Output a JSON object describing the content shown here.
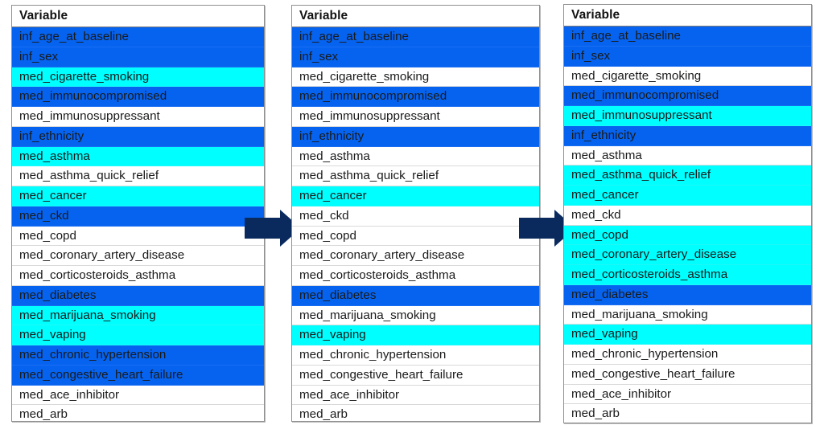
{
  "figure": {
    "description": "Three sequential variable-selection tables connected by right-pointing block arrows",
    "colors": {
      "highlight_blue": "#0663ef",
      "highlight_cyan": "#00ffff",
      "no_highlight": "#ffffff",
      "arrow_navy": "#0a2a5e",
      "border_gray": "#8f8f8f"
    },
    "arrows": [
      {
        "name": "arrow-step-1-to-2",
        "glyph": "right-arrow-icon"
      },
      {
        "name": "arrow-step-2-to-3",
        "glyph": "right-arrow-icon"
      }
    ]
  },
  "tables": [
    {
      "id": "table-1",
      "header": "Variable",
      "rows": [
        {
          "label": "inf_age_at_baseline",
          "fill": "blue"
        },
        {
          "label": "inf_sex",
          "fill": "blue"
        },
        {
          "label": "med_cigarette_smoking",
          "fill": "cyan"
        },
        {
          "label": "med_immunocompromised",
          "fill": "blue"
        },
        {
          "label": "med_immunosuppressant",
          "fill": "none"
        },
        {
          "label": "inf_ethnicity",
          "fill": "blue"
        },
        {
          "label": "med_asthma",
          "fill": "cyan"
        },
        {
          "label": "med_asthma_quick_relief",
          "fill": "none"
        },
        {
          "label": "med_cancer",
          "fill": "cyan"
        },
        {
          "label": "med_ckd",
          "fill": "blue"
        },
        {
          "label": "med_copd",
          "fill": "none"
        },
        {
          "label": "med_coronary_artery_disease",
          "fill": "none"
        },
        {
          "label": "med_corticosteroids_asthma",
          "fill": "none"
        },
        {
          "label": "med_diabetes",
          "fill": "blue"
        },
        {
          "label": "med_marijuana_smoking",
          "fill": "cyan"
        },
        {
          "label": "med_vaping",
          "fill": "cyan"
        },
        {
          "label": "med_chronic_hypertension",
          "fill": "blue"
        },
        {
          "label": "med_congestive_heart_failure",
          "fill": "blue"
        },
        {
          "label": "med_ace_inhibitor",
          "fill": "none"
        },
        {
          "label": "med_arb",
          "fill": "none"
        }
      ]
    },
    {
      "id": "table-2",
      "header": "Variable",
      "rows": [
        {
          "label": "inf_age_at_baseline",
          "fill": "blue"
        },
        {
          "label": "inf_sex",
          "fill": "blue"
        },
        {
          "label": "med_cigarette_smoking",
          "fill": "none"
        },
        {
          "label": "med_immunocompromised",
          "fill": "blue"
        },
        {
          "label": "med_immunosuppressant",
          "fill": "none"
        },
        {
          "label": "inf_ethnicity",
          "fill": "blue"
        },
        {
          "label": "med_asthma",
          "fill": "none"
        },
        {
          "label": "med_asthma_quick_relief",
          "fill": "none"
        },
        {
          "label": "med_cancer",
          "fill": "cyan"
        },
        {
          "label": "med_ckd",
          "fill": "none"
        },
        {
          "label": "med_copd",
          "fill": "none"
        },
        {
          "label": "med_coronary_artery_disease",
          "fill": "none"
        },
        {
          "label": "med_corticosteroids_asthma",
          "fill": "none"
        },
        {
          "label": "med_diabetes",
          "fill": "blue"
        },
        {
          "label": "med_marijuana_smoking",
          "fill": "none"
        },
        {
          "label": "med_vaping",
          "fill": "cyan"
        },
        {
          "label": "med_chronic_hypertension",
          "fill": "none"
        },
        {
          "label": "med_congestive_heart_failure",
          "fill": "none"
        },
        {
          "label": "med_ace_inhibitor",
          "fill": "none"
        },
        {
          "label": "med_arb",
          "fill": "none"
        }
      ]
    },
    {
      "id": "table-3",
      "header": "Variable",
      "rows": [
        {
          "label": "inf_age_at_baseline",
          "fill": "blue"
        },
        {
          "label": "inf_sex",
          "fill": "blue"
        },
        {
          "label": "med_cigarette_smoking",
          "fill": "none"
        },
        {
          "label": "med_immunocompromised",
          "fill": "blue"
        },
        {
          "label": "med_immunosuppressant",
          "fill": "cyan"
        },
        {
          "label": "inf_ethnicity",
          "fill": "blue"
        },
        {
          "label": "med_asthma",
          "fill": "none"
        },
        {
          "label": "med_asthma_quick_relief",
          "fill": "cyan"
        },
        {
          "label": "med_cancer",
          "fill": "cyan"
        },
        {
          "label": "med_ckd",
          "fill": "none"
        },
        {
          "label": "med_copd",
          "fill": "cyan"
        },
        {
          "label": "med_coronary_artery_disease",
          "fill": "cyan"
        },
        {
          "label": "med_corticosteroids_asthma",
          "fill": "cyan"
        },
        {
          "label": "med_diabetes",
          "fill": "blue"
        },
        {
          "label": "med_marijuana_smoking",
          "fill": "none"
        },
        {
          "label": "med_vaping",
          "fill": "cyan"
        },
        {
          "label": "med_chronic_hypertension",
          "fill": "none"
        },
        {
          "label": "med_congestive_heart_failure",
          "fill": "none"
        },
        {
          "label": "med_ace_inhibitor",
          "fill": "none"
        },
        {
          "label": "med_arb",
          "fill": "none"
        }
      ]
    }
  ]
}
